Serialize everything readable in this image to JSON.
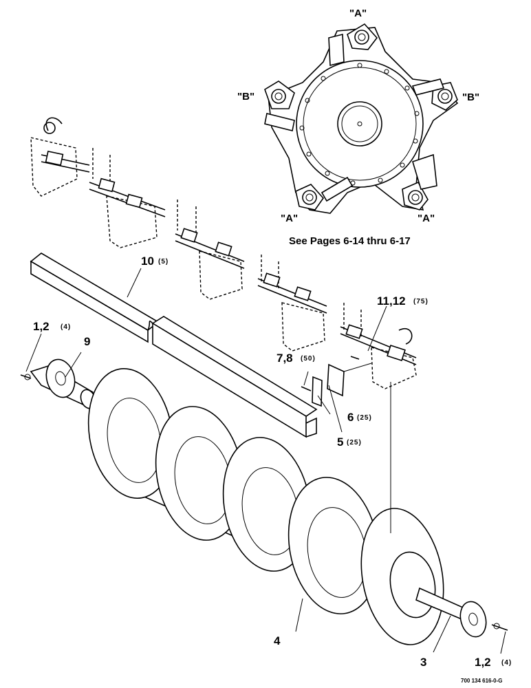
{
  "detail": {
    "hub_labels": {
      "a_top": "\"A\"",
      "b_left": "\"B\"",
      "b_right": "\"B\"",
      "a_bottom_left": "\"A\"",
      "a_bottom_right": "\"A\""
    },
    "see_pages": "See Pages 6-14 thru 6-17"
  },
  "callouts": {
    "p10": {
      "num": "10",
      "qty": "(5)"
    },
    "p11_12": {
      "num": "11,12",
      "qty": "(75)"
    },
    "p1_2_left": {
      "num": "1,2",
      "qty": "(4)"
    },
    "p9": {
      "num": "9"
    },
    "p7_8": {
      "num": "7,8",
      "qty": "(50)"
    },
    "p6": {
      "num": "6",
      "qty": "(25)"
    },
    "p5": {
      "num": "5",
      "qty": "(25)"
    },
    "p4": {
      "num": "4"
    },
    "p3": {
      "num": "3"
    },
    "p1_2_right": {
      "num": "1,2",
      "qty": "(4)"
    }
  },
  "drawing_code": "700 134 616-0-G"
}
